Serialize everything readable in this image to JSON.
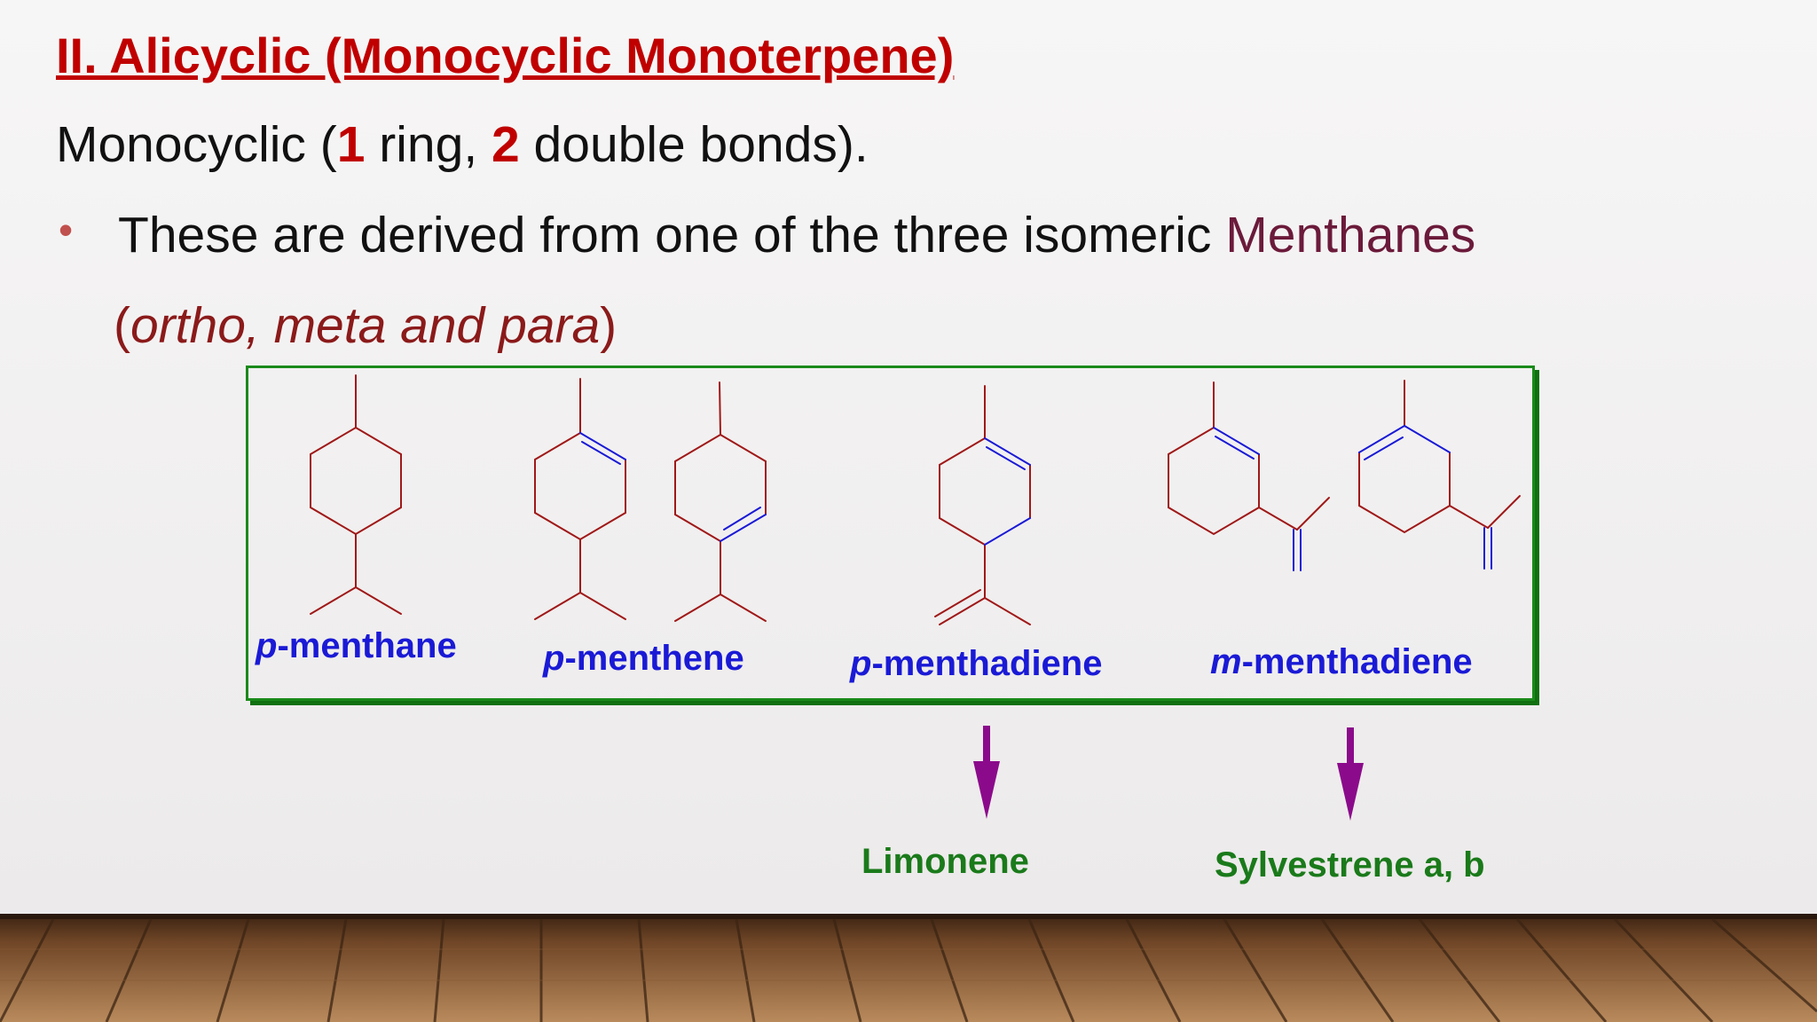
{
  "title": "II. Alicyclic (Monocyclic Monoterpene)",
  "line1": {
    "prefix": "Monocyclic (",
    "num1": "1",
    "mid": " ring, ",
    "num2": "2",
    "suffix": " double bonds)."
  },
  "bullet": {
    "symbol": "•",
    "text": "These are derived from one of the three isomeric ",
    "highlight": "Menthanes"
  },
  "line3": {
    "open": "(",
    "italic": "ortho, meta and para",
    "close": ")"
  },
  "structures": [
    {
      "prefix": "p",
      "suffix": "-menthane"
    },
    {
      "prefix": "p",
      "suffix": "-menthene"
    },
    {
      "prefix": "p",
      "suffix": "-menthadiene"
    },
    {
      "prefix": "m",
      "suffix": "-menthadiene"
    }
  ],
  "products": {
    "limonene": "Limonene",
    "sylvestrene": "Sylvestrene a, b"
  },
  "colors": {
    "title": "#c00000",
    "bond_single": "#a01818",
    "bond_double": "#1a1ad6",
    "label": "#1a1ad6",
    "product": "#1a7a1a",
    "arrow": "#8b0a8b",
    "box_border": "#1a8a1a"
  }
}
